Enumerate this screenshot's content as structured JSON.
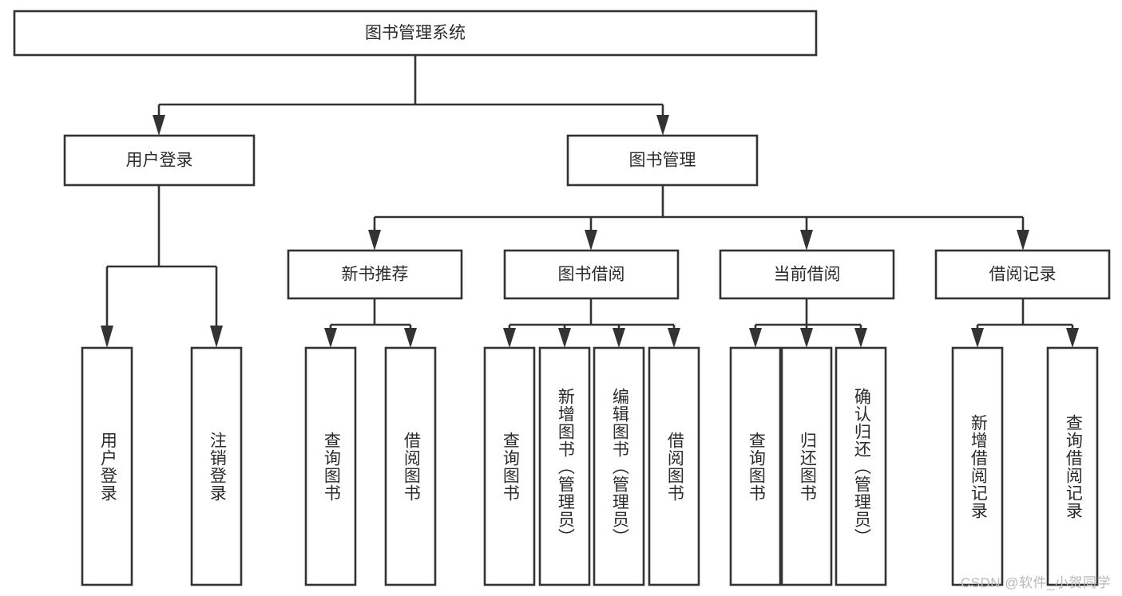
{
  "diagram": {
    "title": "图书管理系统",
    "type": "tree",
    "orientation": "top-down",
    "colors": {
      "box_fill": "#ffffff",
      "box_stroke": "#333333",
      "text": "#2b2b2b",
      "watermark": "#b9b9b9",
      "background": "#ffffff"
    },
    "root": {
      "label": "图书管理系统",
      "text_direction": "horizontal"
    },
    "level2": [
      {
        "label": "用户登录",
        "text_direction": "horizontal"
      },
      {
        "label": "图书管理",
        "text_direction": "horizontal"
      }
    ],
    "level3": [
      {
        "label": "新书推荐",
        "text_direction": "horizontal"
      },
      {
        "label": "图书借阅",
        "text_direction": "horizontal"
      },
      {
        "label": "当前借阅",
        "text_direction": "horizontal"
      },
      {
        "label": "借阅记录",
        "text_direction": "horizontal"
      }
    ],
    "leaves": {
      "user_login": [
        {
          "label": "用户登录",
          "text_direction": "vertical"
        },
        {
          "label": "注销登录",
          "text_direction": "vertical"
        }
      ],
      "new_book_recommend": [
        {
          "label": "查询图书",
          "text_direction": "vertical"
        },
        {
          "label": "借阅图书",
          "text_direction": "vertical"
        }
      ],
      "book_borrow": [
        {
          "label": "查询图书",
          "text_direction": "vertical"
        },
        {
          "label": "新增图书（管理员）",
          "text_direction": "vertical"
        },
        {
          "label": "编辑图书（管理员）",
          "text_direction": "vertical"
        },
        {
          "label": "借阅图书",
          "text_direction": "vertical"
        }
      ],
      "current_borrow": [
        {
          "label": "查询图书",
          "text_direction": "vertical"
        },
        {
          "label": "归还图书",
          "text_direction": "vertical"
        },
        {
          "label": "确认归还（管理员）",
          "text_direction": "vertical"
        }
      ],
      "borrow_record": [
        {
          "label": "新增借阅记录",
          "text_direction": "vertical"
        },
        {
          "label": "查询借阅记录",
          "text_direction": "vertical"
        }
      ]
    }
  },
  "watermark": {
    "text": "CSDN @软件_小贺同学"
  }
}
